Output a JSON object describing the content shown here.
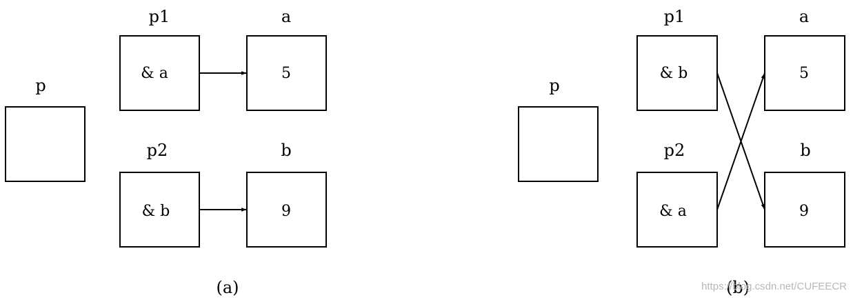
{
  "panel_a": {
    "caption": "(a)",
    "nodes": {
      "p": {
        "label": "p",
        "value": ""
      },
      "p1": {
        "label": "p1",
        "value": "& a"
      },
      "p2": {
        "label": "p2",
        "value": "& b"
      },
      "a": {
        "label": "a",
        "value": "5"
      },
      "b": {
        "label": "b",
        "value": "9"
      }
    },
    "edges": [
      {
        "from": "p1",
        "to": "a"
      },
      {
        "from": "p2",
        "to": "b"
      }
    ]
  },
  "panel_b": {
    "caption": "(b)",
    "nodes": {
      "p": {
        "label": "p",
        "value": ""
      },
      "p1": {
        "label": "p1",
        "value": "& b"
      },
      "p2": {
        "label": "p2",
        "value": "& a"
      },
      "a": {
        "label": "a",
        "value": "5"
      },
      "b": {
        "label": "b",
        "value": "9"
      }
    },
    "edges": [
      {
        "from": "p1",
        "to": "b"
      },
      {
        "from": "p2",
        "to": "a"
      }
    ]
  },
  "watermark": "https://blog.csdn.net/CUFEECR"
}
